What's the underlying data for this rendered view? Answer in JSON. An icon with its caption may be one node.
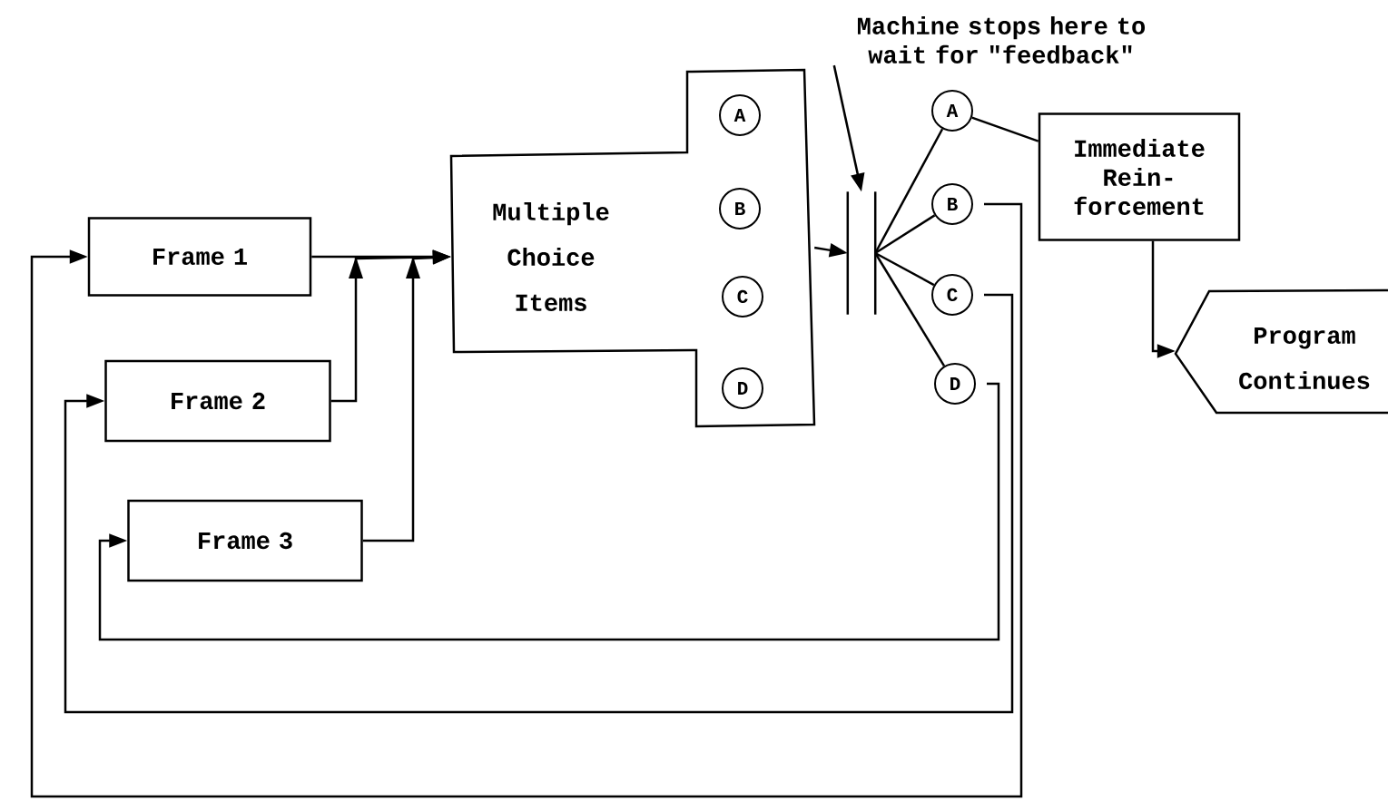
{
  "diagram": {
    "nodes": [
      {
        "text": [
          "Frame 1"
        ]
      },
      {
        "text": [
          "Frame 2"
        ]
      },
      {
        "text": [
          "Frame 3"
        ]
      },
      {
        "text": [
          "Multiple Choice Items"
        ]
      },
      {
        "text": [
          "A"
        ],
        "in": 3
      },
      {
        "text": [
          "B"
        ],
        "in": 3
      },
      {
        "text": [
          "C"
        ],
        "in": 3
      },
      {
        "text": [
          "D"
        ],
        "in": 3
      },
      {
        "text": [],
        "shape": "bar"
      },
      {
        "text": [
          "Machine stops here to wait for \"feedback\""
        ]
      },
      {
        "text": [
          "A"
        ]
      },
      {
        "text": [
          "B"
        ]
      },
      {
        "text": [
          "C"
        ]
      },
      {
        "text": [
          "D"
        ]
      },
      {
        "text": [
          "Immediate Rein- forcement"
        ]
      },
      {
        "text": [
          "Program Continues"
        ]
      }
    ],
    "edges": [
      {
        "from": 0,
        "to": 3,
        "arrow": "to"
      },
      {
        "from": 1,
        "to": 3,
        "arrow": "to"
      },
      {
        "from": 2,
        "to": 3,
        "arrow": "to"
      },
      {
        "from": 3,
        "to": 8,
        "arrow": "to"
      },
      {
        "from": 9,
        "to": 8,
        "arrow": "to"
      },
      {
        "from": 8,
        "to": 10,
        "arrow": "none"
      },
      {
        "from": 8,
        "to": 11,
        "arrow": "none"
      },
      {
        "from": 8,
        "to": 12,
        "arrow": "none"
      },
      {
        "from": 8,
        "to": 13,
        "arrow": "none"
      },
      {
        "from": 10,
        "to": 14,
        "arrow": "none"
      },
      {
        "from": 14,
        "to": 15,
        "arrow": "to"
      },
      {
        "from": 11,
        "to": 0,
        "arrow": "to"
      },
      {
        "from": 12,
        "to": 1,
        "arrow": "to"
      },
      {
        "from": 13,
        "to": 2,
        "arrow": "to"
      }
    ]
  }
}
